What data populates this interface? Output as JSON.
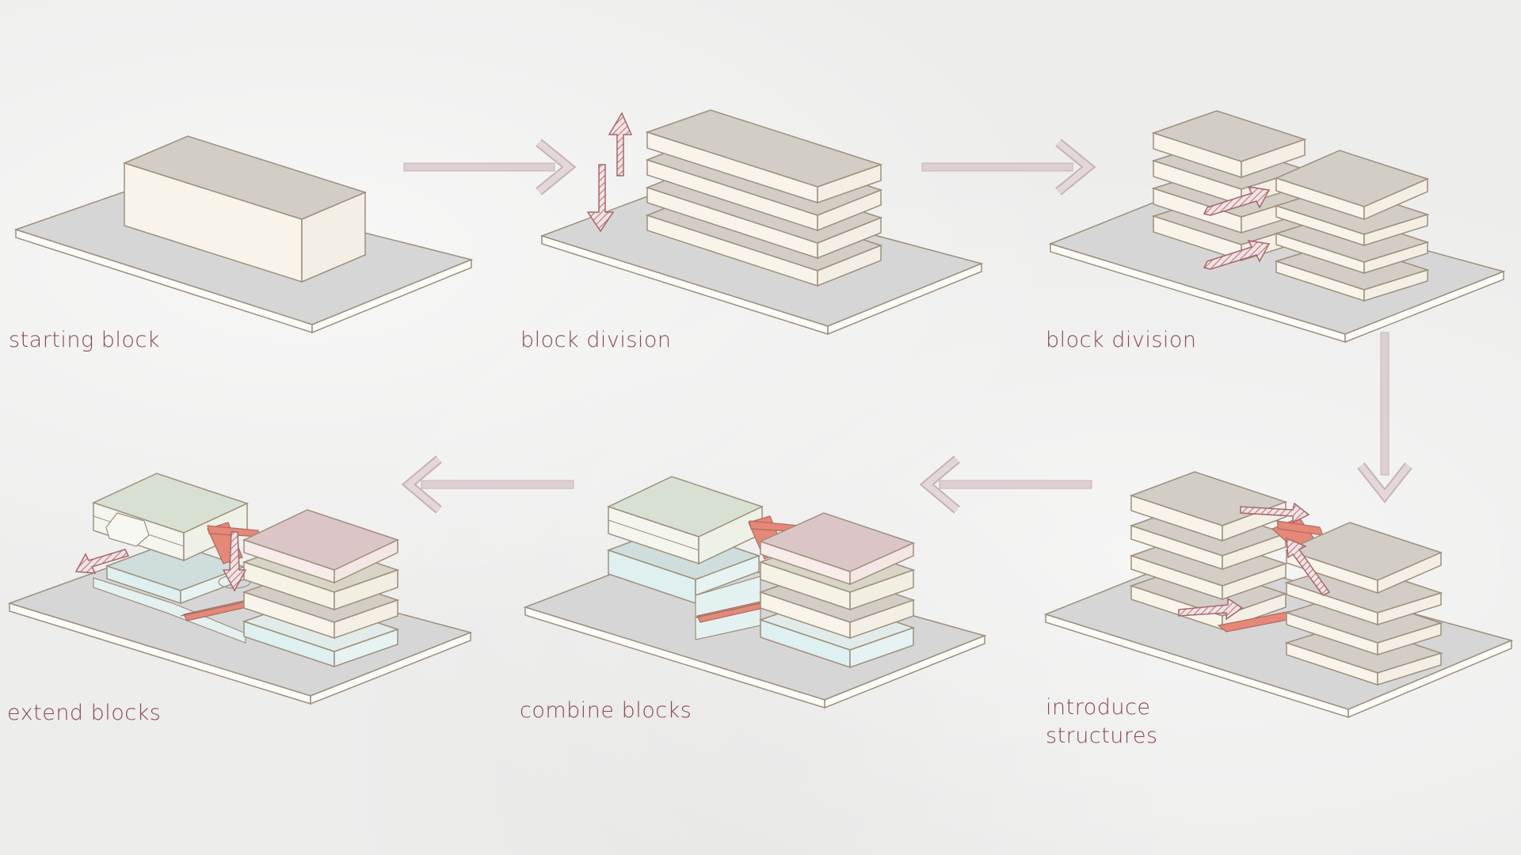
{
  "diagram": {
    "steps": [
      {
        "id": "starting-block",
        "label": "starting block"
      },
      {
        "id": "block-division-1",
        "label": "block division"
      },
      {
        "id": "block-division-2",
        "label": "block division"
      },
      {
        "id": "introduce-structures",
        "label": "introduce\nstructures"
      },
      {
        "id": "combine-blocks",
        "label": "combine blocks"
      },
      {
        "id": "extend-blocks",
        "label": "extend blocks"
      }
    ],
    "flow": [
      [
        "starting-block",
        "block-division-1"
      ],
      [
        "block-division-1",
        "block-division-2"
      ],
      [
        "block-division-2",
        "introduce-structures"
      ],
      [
        "introduce-structures",
        "combine-blocks"
      ],
      [
        "combine-blocks",
        "extend-blocks"
      ]
    ]
  },
  "colors": {
    "background": "#ededec",
    "label_text": "#8b4a50",
    "outline": "#9e8f7c",
    "slab_top": "#d2cdc5",
    "slab_face": "#f8f4ea",
    "base_top": "#d6d6d6",
    "base_face": "#fbfbf8",
    "green_top": "#d8e0d2",
    "blue_face": "#def0f0",
    "pink_top": "#dbc5c6",
    "accent_red": "#e58878",
    "arrow": "#ddd0d2",
    "arrow_stroke": "#c7b2b6"
  }
}
